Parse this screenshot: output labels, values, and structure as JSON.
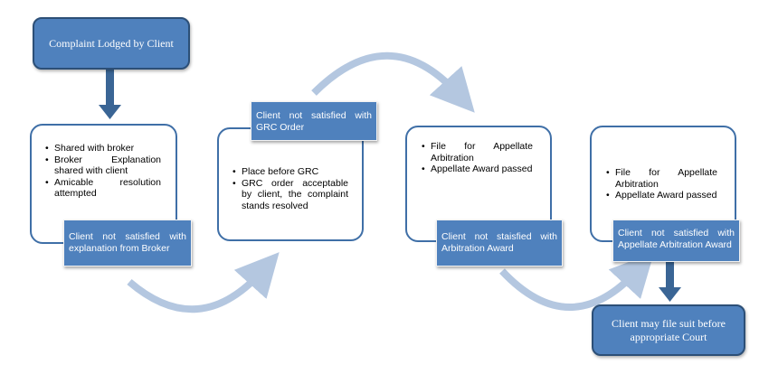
{
  "start": {
    "label": "Complaint Lodged by Client"
  },
  "stage1": {
    "bullets": [
      "Shared with broker",
      "Broker Explanation shared with client",
      "Amicable resolution attempted"
    ],
    "escalation": "Client not satisfied with explanation from Broker"
  },
  "stage2": {
    "header": "Client not satisfied with GRC Order",
    "bullets": [
      "Place before GRC",
      "GRC order acceptable by client, the complaint stands resolved"
    ]
  },
  "stage3": {
    "bullets": [
      "File for Appellate Arbitration",
      "Appellate Award passed"
    ],
    "escalation": "Client not staisfied with Arbitration Award"
  },
  "stage4": {
    "bullets": [
      "File for Appellate Arbitration",
      "Appellate Award passed"
    ],
    "escalation": "Client not satisfied with Appellate Arbitration Award"
  },
  "end": {
    "label": "Client may file suit before appropriate Court"
  },
  "colors": {
    "box_fill": "#4f81bd",
    "box_outline": "#3f6fa7",
    "arrow_dark": "#3a6595",
    "arrow_light": "#b4c7e0"
  }
}
